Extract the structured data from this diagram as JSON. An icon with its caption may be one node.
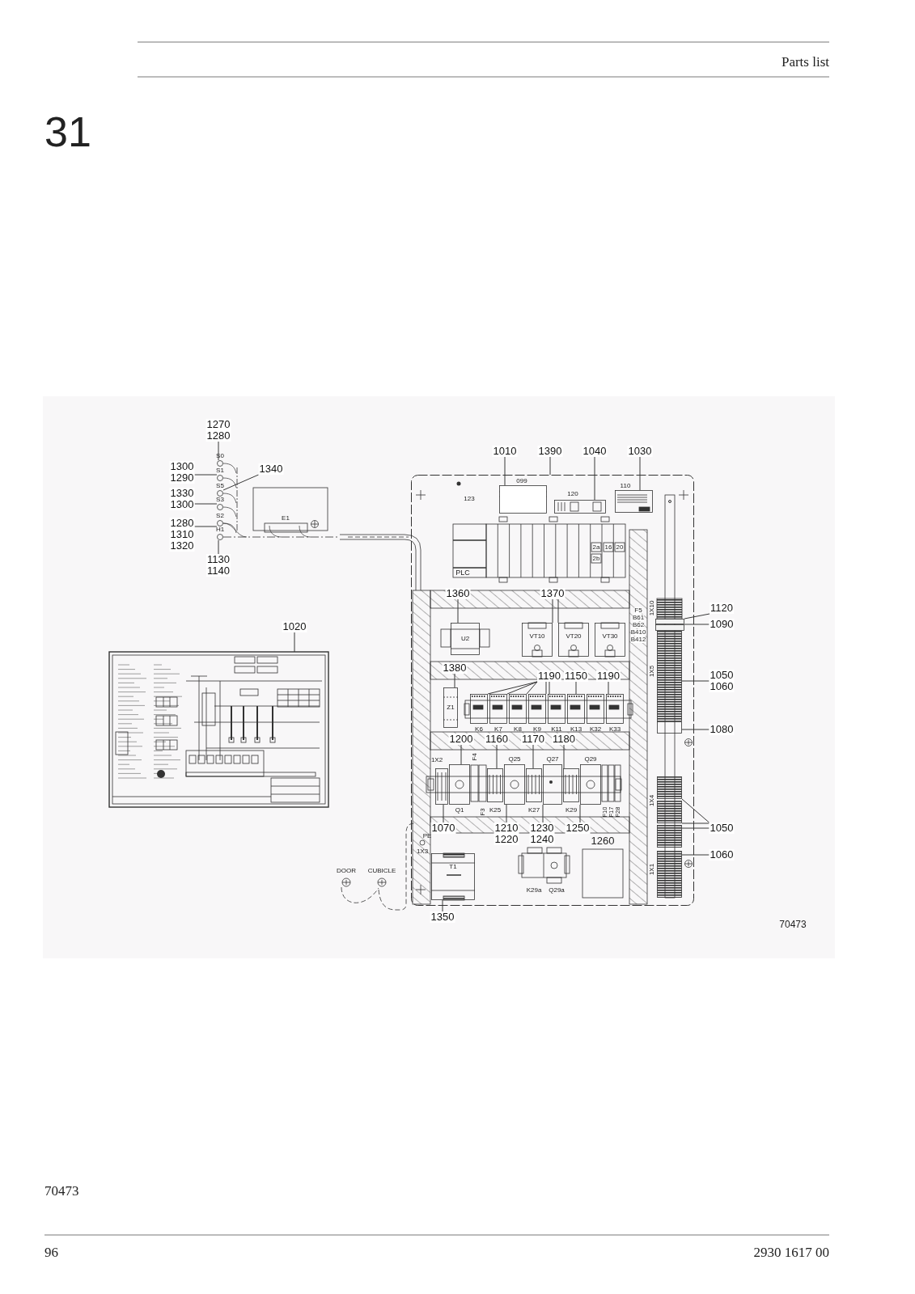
{
  "diagram": {
    "nodes": [
      {
        "text": [
          "1270",
          "1280"
        ]
      },
      {
        "text": [
          "1300",
          "1290"
        ]
      },
      {
        "text": [
          "1340"
        ]
      },
      {
        "text": [
          "1330",
          "1300"
        ]
      },
      {
        "text": [
          "1280",
          "1310",
          "1320"
        ]
      },
      {
        "text": [
          "1130",
          "1140"
        ]
      },
      {
        "text": [
          "1020"
        ]
      },
      {
        "text": [
          "1010"
        ]
      },
      {
        "text": [
          "1390"
        ]
      },
      {
        "text": [
          "1040"
        ]
      },
      {
        "text": [
          "1030"
        ]
      },
      {
        "text": [
          "1360"
        ],
        "in": 39
      },
      {
        "text": [
          "1370"
        ],
        "in": 39
      },
      {
        "text": [
          "1120"
        ]
      },
      {
        "text": [
          "1090"
        ]
      },
      {
        "text": [
          "1050",
          "1060"
        ]
      },
      {
        "text": [
          "1380"
        ],
        "in": 39
      },
      {
        "text": [
          "1190"
        ],
        "in": 39
      },
      {
        "text": [
          "1150"
        ],
        "in": 39
      },
      {
        "text": [
          "1190"
        ],
        "in": 39
      },
      {
        "text": [
          "1080"
        ]
      },
      {
        "text": [
          "1200"
        ],
        "in": 39
      },
      {
        "text": [
          "1160"
        ],
        "in": 39
      },
      {
        "text": [
          "1170"
        ],
        "in": 39
      },
      {
        "text": [
          "1180"
        ],
        "in": 39
      },
      {
        "text": [
          "1050"
        ]
      },
      {
        "text": [
          "1070"
        ],
        "in": 39
      },
      {
        "text": [
          "1210",
          "1220"
        ],
        "in": 39
      },
      {
        "text": [
          "1230",
          "1240"
        ],
        "in": 39
      },
      {
        "text": [
          "1250"
        ],
        "in": 39
      },
      {
        "text": [
          "1060"
        ]
      },
      {
        "text": [
          "1350"
        ]
      },
      {
        "text": [],
        "shape": "circle"
      },
      {
        "text": [],
        "shape": "circle"
      },
      {
        "text": [],
        "shape": "circle"
      },
      {
        "text": [],
        "shape": "circle"
      },
      {
        "text": [],
        "shape": "circle"
      },
      {
        "text": [],
        "shape": "circle"
      },
      {
        "text": [],
        "shape": "picture"
      },
      {
        "text": [],
        "shape": "box"
      },
      {
        "text": [],
        "shape": "box",
        "in": 39
      },
      {
        "text": [],
        "shape": "box",
        "in": 39
      },
      {
        "text": [],
        "shape": "box",
        "in": 39
      },
      {
        "text": [
          "U2"
        ],
        "in": 39
      },
      {
        "text": [
          "VT10"
        ],
        "in": 39
      },
      {
        "text": [
          "VT20"
        ],
        "in": 39
      },
      {
        "text": [
          "VT30"
        ],
        "in": 39
      },
      {
        "text": [],
        "shape": "box",
        "in": 39
      },
      {
        "text": [],
        "shape": "box",
        "in": 39
      },
      {
        "text": [],
        "shape": "box",
        "in": 39
      },
      {
        "text": [
          "Z1"
        ],
        "in": 39
      },
      {
        "text": [],
        "shape": "box",
        "in": 39
      },
      {
        "text": [],
        "shape": "box",
        "in": 39
      },
      {
        "text": [],
        "shape": "box",
        "in": 39
      },
      {
        "text": [],
        "shape": "box",
        "in": 39
      },
      {
        "text": [],
        "shape": "box",
        "in": 39
      },
      {
        "text": [],
        "shape": "box",
        "in": 39
      },
      {
        "text": [],
        "shape": "box",
        "in": 39
      },
      {
        "text": [],
        "shape": "box",
        "in": 39
      },
      {
        "text": [],
        "shape": "box",
        "in": 39
      },
      {
        "text": [],
        "shape": "box",
        "in": 39
      },
      {
        "text": [],
        "shape": "box",
        "in": 39
      },
      {
        "text": [],
        "shape": "box",
        "in": 39
      },
      {
        "text": [],
        "shape": "box",
        "in": 39
      },
      {
        "text": [],
        "shape": "box",
        "in": 39
      },
      {
        "text": [],
        "shape": "box",
        "in": 39
      },
      {
        "text": [],
        "shape": "box",
        "in": 39
      },
      {
        "text": [],
        "shape": "box",
        "in": 39
      },
      {
        "text": [],
        "shape": "box",
        "in": 39
      },
      {
        "text": [],
        "shape": "box",
        "in": 39
      },
      {
        "text": [],
        "shape": "box",
        "in": 39
      },
      {
        "text": [],
        "shape": "box",
        "in": 39
      },
      {
        "text": [
          "T1"
        ],
        "in": 39
      }
    ],
    "edges": [
      {
        "from": 0,
        "to": 32,
        "arrow": "none"
      },
      {
        "from": 1,
        "to": 33,
        "arrow": "none"
      },
      {
        "from": 2,
        "to": 34,
        "arrow": "none"
      },
      {
        "from": 3,
        "to": 35,
        "arrow": "none"
      },
      {
        "from": 4,
        "to": 36,
        "arrow": "none"
      },
      {
        "from": 5,
        "to": 37,
        "arrow": "none"
      },
      {
        "from": 6,
        "to": 38,
        "arrow": "none"
      },
      {
        "from": 7,
        "to": 40,
        "arrow": "none"
      },
      {
        "from": 8,
        "to": 39,
        "arrow": "none"
      },
      {
        "from": 9,
        "to": 41,
        "arrow": "none"
      },
      {
        "from": 10,
        "to": 42,
        "arrow": "none"
      },
      {
        "from": 11,
        "to": 43,
        "arrow": "none"
      },
      {
        "from": 12,
        "to": 44,
        "arrow": "none"
      },
      {
        "from": 12,
        "to": 45,
        "arrow": "none"
      },
      {
        "from": 13,
        "to": 47,
        "arrow": "none"
      },
      {
        "from": 14,
        "to": 48,
        "arrow": "none"
      },
      {
        "from": 15,
        "to": 49,
        "arrow": "none"
      },
      {
        "from": 16,
        "to": 50,
        "arrow": "none"
      },
      {
        "from": 17,
        "to": 51,
        "arrow": "none"
      },
      {
        "from": 17,
        "to": 52,
        "arrow": "none"
      },
      {
        "from": 17,
        "to": 53,
        "arrow": "none"
      },
      {
        "from": 17,
        "to": 54,
        "arrow": "none"
      },
      {
        "from": 17,
        "to": 55,
        "arrow": "none"
      },
      {
        "from": 18,
        "to": 56,
        "arrow": "none"
      },
      {
        "from": 19,
        "to": 58,
        "arrow": "none"
      },
      {
        "from": 20,
        "to": 59,
        "arrow": "none"
      },
      {
        "from": 21,
        "to": 61,
        "arrow": "none"
      },
      {
        "from": 22,
        "to": 62,
        "arrow": "none"
      },
      {
        "from": 23,
        "to": 64,
        "arrow": "none"
      },
      {
        "from": 24,
        "to": 66,
        "arrow": "none"
      },
      {
        "from": 25,
        "to": 68,
        "arrow": "none"
      },
      {
        "from": 25,
        "to": 69,
        "arrow": "none"
      },
      {
        "from": 25,
        "to": 70,
        "arrow": "none"
      },
      {
        "from": 26,
        "to": 60,
        "arrow": "none"
      },
      {
        "from": 27,
        "to": 63,
        "arrow": "none"
      },
      {
        "from": 28,
        "to": 65,
        "arrow": "none"
      },
      {
        "from": 29,
        "to": 67,
        "arrow": "none"
      },
      {
        "from": 30,
        "to": 71,
        "arrow": "none"
      },
      {
        "from": 31,
        "to": 72,
        "arrow": "none"
      }
    ],
    "labels": [
      "Parts list",
      "31",
      "S0",
      "S1",
      "S5",
      "S3",
      "S2",
      "H1",
      "E1",
      "099",
      "123",
      "120",
      "110",
      "PLC",
      "2a",
      "2b",
      "16",
      "20",
      "1X10",
      "F5",
      "B61",
      "B62",
      "B410",
      "B412",
      "1X5",
      "K6",
      "K7",
      "K8",
      "K9",
      "K11",
      "K13",
      "K32",
      "K33",
      "1X2",
      "F4",
      "Q25",
      "Q27",
      "Q29",
      "Q1",
      "F3",
      "K25",
      "K27",
      "K29",
      "F10",
      "F17",
      "F28",
      "1X4",
      "1X1",
      "1X3",
      "PE",
      "K29a",
      "Q29a",
      "1260",
      "DOOR",
      "CUBICLE",
      "70473",
      "70473",
      "96",
      "2930 1617 00"
    ]
  }
}
